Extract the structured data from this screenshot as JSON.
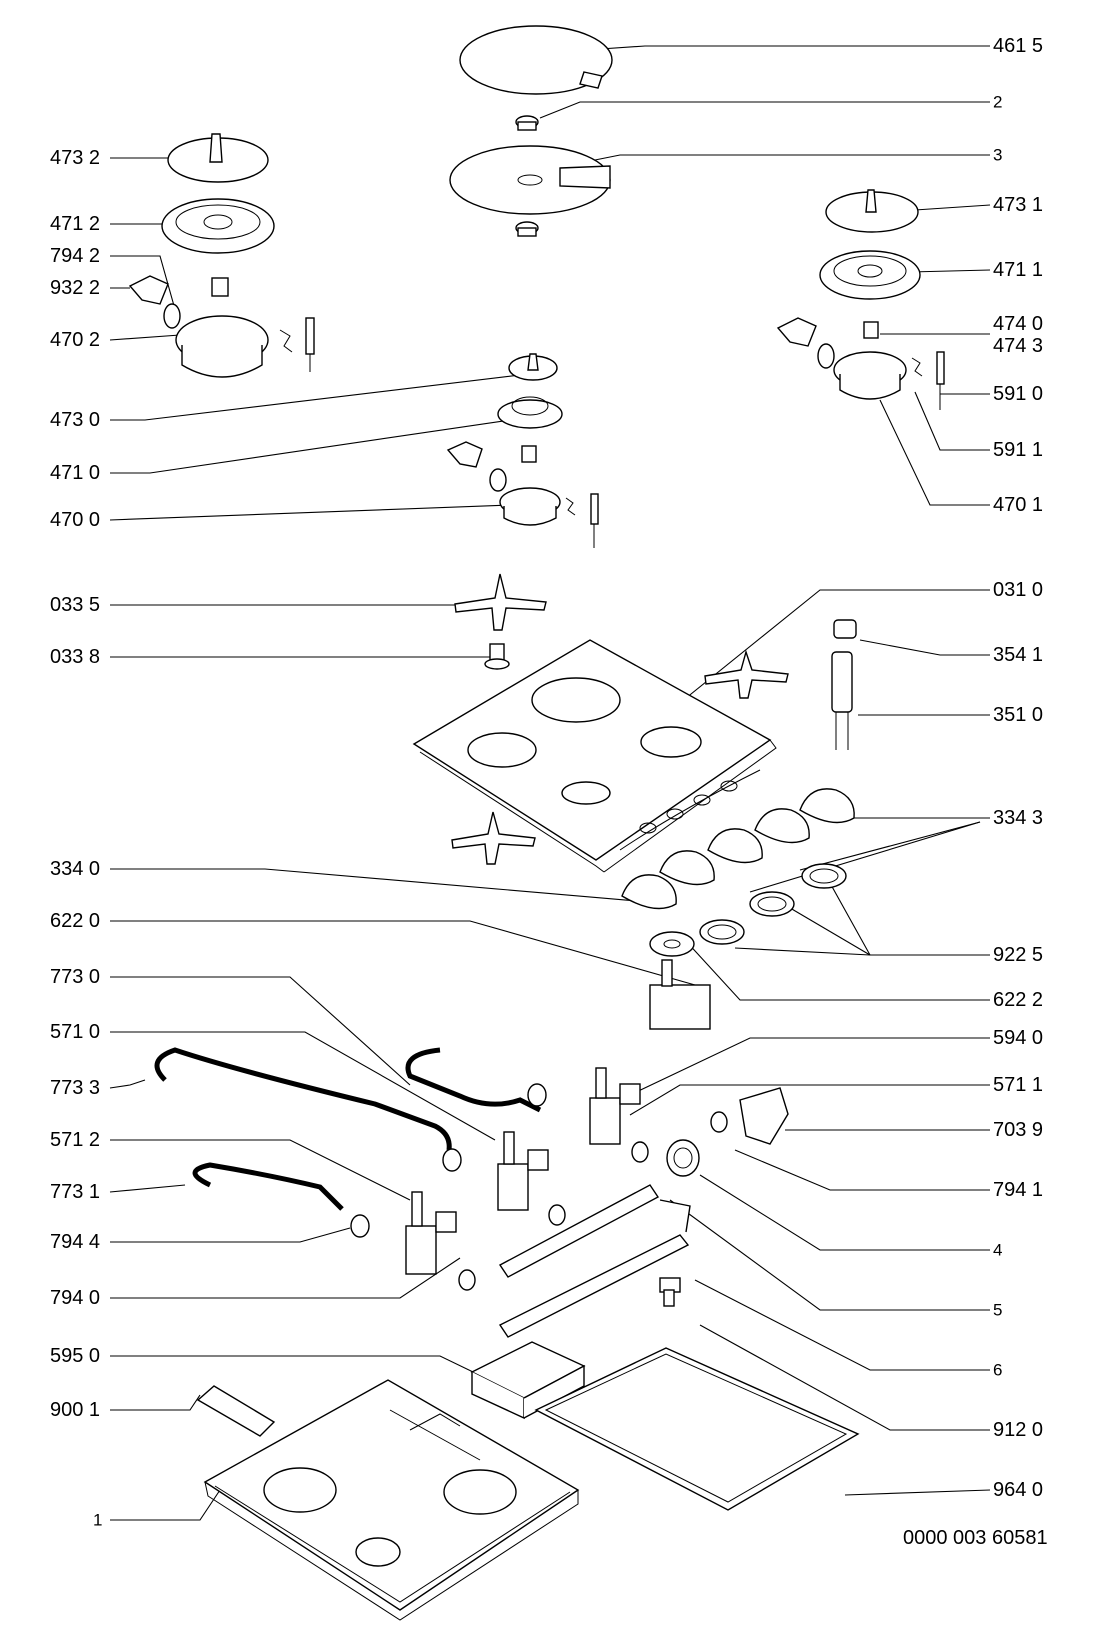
{
  "labels_left": [
    {
      "id": "l_473_2",
      "text": "473 2"
    },
    {
      "id": "l_471_2",
      "text": "471 2"
    },
    {
      "id": "l_794_2",
      "text": "794 2"
    },
    {
      "id": "l_932_2",
      "text": "932 2"
    },
    {
      "id": "l_470_2",
      "text": "470 2"
    },
    {
      "id": "l_473_0",
      "text": "473 0"
    },
    {
      "id": "l_471_0",
      "text": "471 0"
    },
    {
      "id": "l_470_0",
      "text": "470 0"
    },
    {
      "id": "l_033_5",
      "text": "033 5"
    },
    {
      "id": "l_033_8",
      "text": "033 8"
    },
    {
      "id": "l_334_0",
      "text": "334 0"
    },
    {
      "id": "l_622_0",
      "text": "622 0"
    },
    {
      "id": "l_773_0",
      "text": "773 0"
    },
    {
      "id": "l_571_0",
      "text": "571 0"
    },
    {
      "id": "l_773_3",
      "text": "773 3"
    },
    {
      "id": "l_571_2",
      "text": "571 2"
    },
    {
      "id": "l_773_1",
      "text": "773 1"
    },
    {
      "id": "l_794_4",
      "text": "794 4"
    },
    {
      "id": "l_794_0",
      "text": "794 0"
    },
    {
      "id": "l_595_0",
      "text": "595 0"
    },
    {
      "id": "l_900_1",
      "text": "900 1"
    },
    {
      "id": "l_1",
      "text": "1"
    }
  ],
  "labels_right": [
    {
      "id": "r_461_5",
      "text": "461 5"
    },
    {
      "id": "r_2",
      "text": "2"
    },
    {
      "id": "r_3",
      "text": "3"
    },
    {
      "id": "r_473_1",
      "text": "473 1"
    },
    {
      "id": "r_471_1",
      "text": "471 1"
    },
    {
      "id": "r_474_0",
      "text": "474 0"
    },
    {
      "id": "r_474_3",
      "text": "474 3"
    },
    {
      "id": "r_591_0",
      "text": "591 0"
    },
    {
      "id": "r_591_1",
      "text": "591 1"
    },
    {
      "id": "r_470_1",
      "text": "470 1"
    },
    {
      "id": "r_031_0",
      "text": "031 0"
    },
    {
      "id": "r_354_1",
      "text": "354 1"
    },
    {
      "id": "r_351_0",
      "text": "351 0"
    },
    {
      "id": "r_334_3",
      "text": "334 3"
    },
    {
      "id": "r_922_5",
      "text": "922 5"
    },
    {
      "id": "r_622_2",
      "text": "622 2"
    },
    {
      "id": "r_594_0",
      "text": "594 0"
    },
    {
      "id": "r_571_1",
      "text": "571 1"
    },
    {
      "id": "r_703_9",
      "text": "703 9"
    },
    {
      "id": "r_794_1",
      "text": "794 1"
    },
    {
      "id": "r_4",
      "text": "4"
    },
    {
      "id": "r_5",
      "text": "5"
    },
    {
      "id": "r_6",
      "text": "6"
    },
    {
      "id": "r_912_0",
      "text": "912 0"
    },
    {
      "id": "r_964_0",
      "text": "964 0"
    }
  ],
  "document_number": "0000 003 60581"
}
